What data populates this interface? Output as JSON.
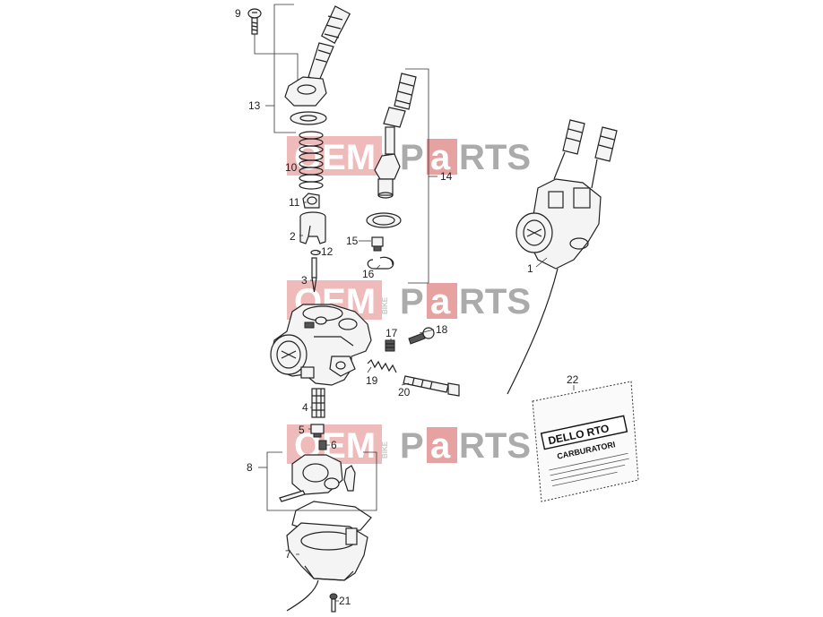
{
  "watermark": {
    "oem": "OEM",
    "parts_p": "P",
    "parts_a": "a",
    "parts_rts": "RTS",
    "bike": "BIKE"
  },
  "bag": {
    "brand": "DELLO RTO",
    "subtitle": "CARBURATORI"
  },
  "callouts": [
    {
      "id": "c1",
      "text": "1"
    },
    {
      "id": "c2",
      "text": "2"
    },
    {
      "id": "c3",
      "text": "3"
    },
    {
      "id": "c4",
      "text": "4"
    },
    {
      "id": "c5",
      "text": "5"
    },
    {
      "id": "c6",
      "text": "6"
    },
    {
      "id": "c7",
      "text": "7"
    },
    {
      "id": "c8",
      "text": "8"
    },
    {
      "id": "c9",
      "text": "9"
    },
    {
      "id": "c10",
      "text": "10"
    },
    {
      "id": "c11",
      "text": "11"
    },
    {
      "id": "c12",
      "text": "12"
    },
    {
      "id": "c13",
      "text": "13"
    },
    {
      "id": "c14",
      "text": "14"
    },
    {
      "id": "c15",
      "text": "15"
    },
    {
      "id": "c16",
      "text": "16"
    },
    {
      "id": "c17",
      "text": "17"
    },
    {
      "id": "c18",
      "text": "18"
    },
    {
      "id": "c19",
      "text": "19"
    },
    {
      "id": "c20",
      "text": "20"
    },
    {
      "id": "c21",
      "text": "21"
    },
    {
      "id": "c22",
      "text": "22"
    }
  ]
}
